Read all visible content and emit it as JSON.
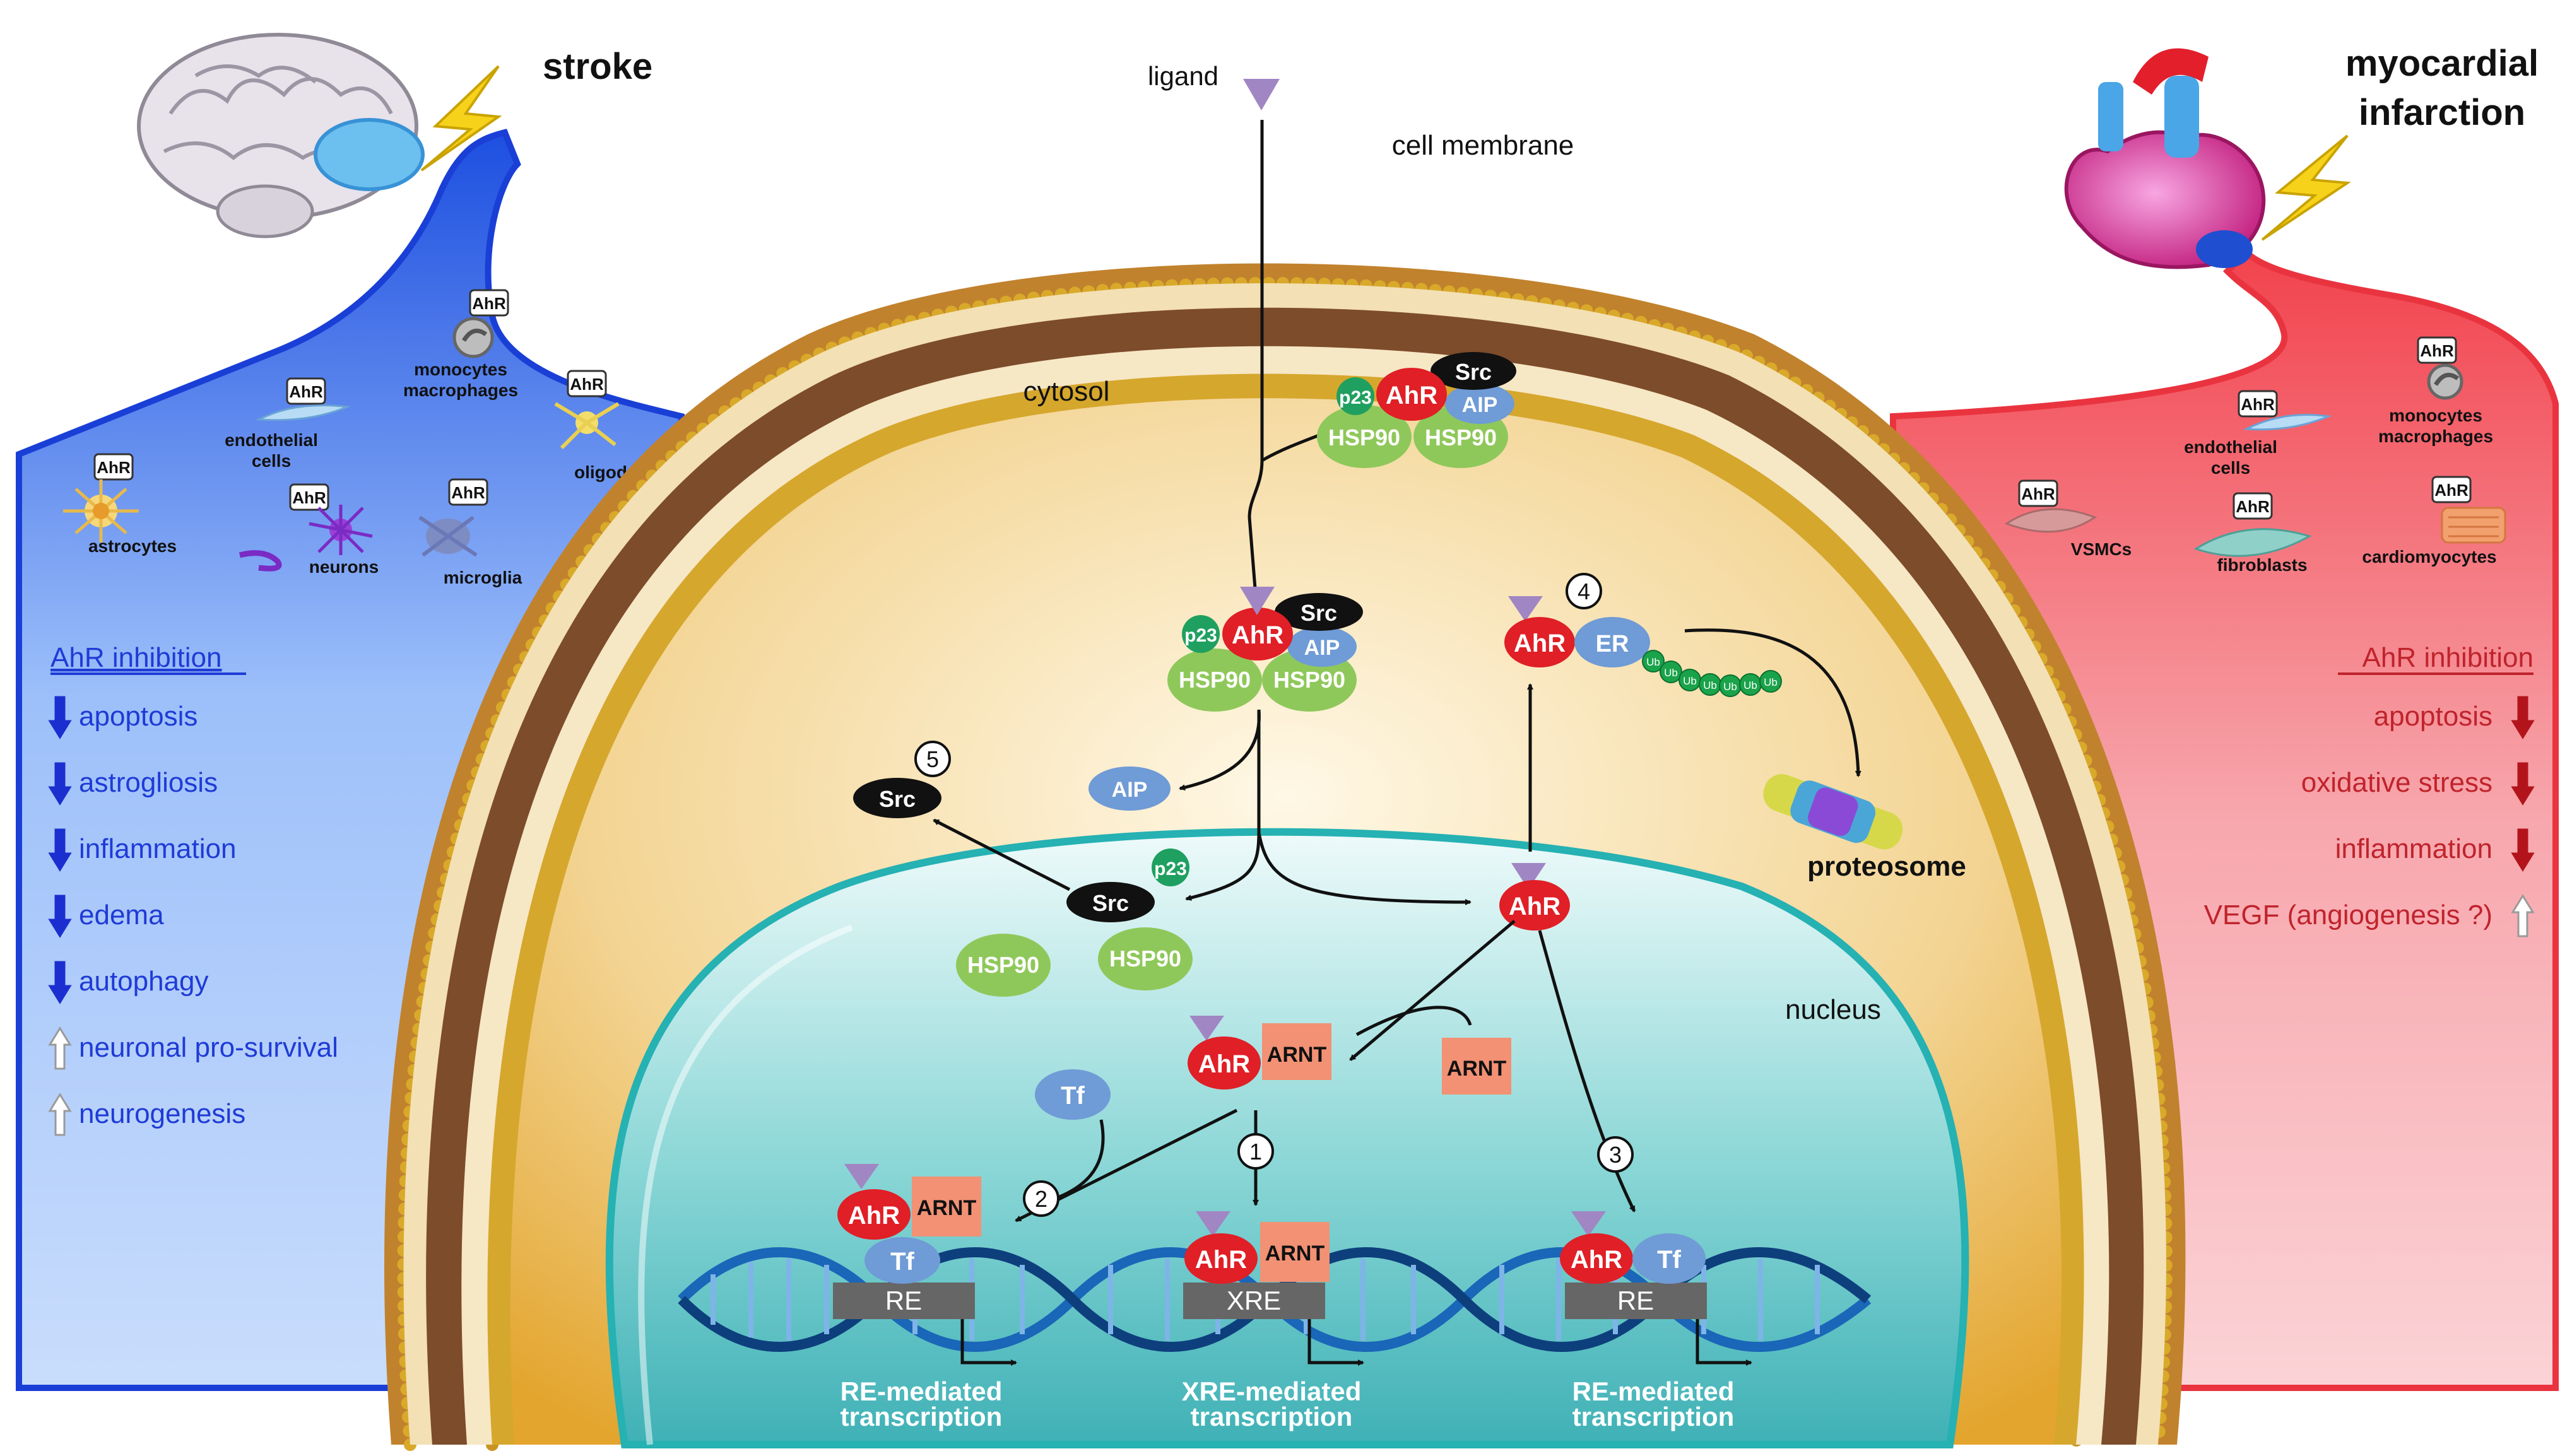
{
  "labels": {
    "stroke": "stroke",
    "myocardial": "myocardial",
    "infarction": "infarction",
    "ligand": "ligand",
    "cell_membrane": "cell membrane",
    "cytosol": "cytosol",
    "nucleus": "nucleus",
    "proteosome": "proteosome"
  },
  "left_cells": [
    {
      "name": "astrocytes",
      "tag": "AhR"
    },
    {
      "name": "endothelial",
      "name2": "cells",
      "tag": "AhR"
    },
    {
      "name": "monocytes",
      "name2": "macrophages",
      "tag": "AhR"
    },
    {
      "name": "oligodendrocytes",
      "tag": "AhR"
    },
    {
      "name": "neurons",
      "tag": "AhR"
    },
    {
      "name": "microglia",
      "tag": "AhR"
    }
  ],
  "right_cells": [
    {
      "name": "VSMCs",
      "tag": "AhR"
    },
    {
      "name": "endothelial",
      "name2": "cells",
      "tag": "AhR"
    },
    {
      "name": "monocytes",
      "name2": "macrophages",
      "tag": "AhR"
    },
    {
      "name": "fibroblasts",
      "tag": "AhR"
    },
    {
      "name": "cardiomyocytes",
      "tag": "AhR"
    }
  ],
  "left_effects": {
    "heading": "AhR inhibition",
    "items": [
      {
        "text": "apoptosis",
        "dir": "down"
      },
      {
        "text": "astrogliosis",
        "dir": "down"
      },
      {
        "text": "inflammation",
        "dir": "down"
      },
      {
        "text": "edema",
        "dir": "down"
      },
      {
        "text": "autophagy",
        "dir": "down"
      },
      {
        "text": "neuronal pro-survival",
        "dir": "up"
      },
      {
        "text": "neurogenesis",
        "dir": "up"
      }
    ]
  },
  "right_effects": {
    "heading": "AhR inhibition",
    "items": [
      {
        "text": "apoptosis",
        "dir": "down"
      },
      {
        "text": "oxidative stress",
        "dir": "down"
      },
      {
        "text": "inflammation",
        "dir": "down"
      },
      {
        "text": "VEGF (angiogenesis ?)",
        "dir": "up"
      }
    ]
  },
  "proteins": {
    "ahr": "AhR",
    "src": "Src",
    "aip": "AIP",
    "p23": "p23",
    "hsp90": "HSP90",
    "arnt": "ARNT",
    "tf": "Tf",
    "er": "ER",
    "ub": "Ub",
    "re": "RE",
    "xre": "XRE"
  },
  "steps": [
    "1",
    "2",
    "3",
    "4",
    "5"
  ],
  "transcription": {
    "re_1": "RE-mediated",
    "re_2": "transcription",
    "xre_1": "XRE-mediated",
    "xre_2": "transcription"
  },
  "colors": {
    "left_panel": "#4d86f2",
    "left_text": "#1f3bd6",
    "right_panel": "#f4555f",
    "right_text": "#c0232c",
    "ahr": "#e01f26",
    "aip": "#6f9bd6",
    "hsp90": "#8fc85a",
    "arnt": "#f29174",
    "membrane": "#d4a62c",
    "nucleus_edge": "#27b1b3",
    "down_arrow_left": "#1b2fd0",
    "down_arrow_right": "#b3141c"
  }
}
